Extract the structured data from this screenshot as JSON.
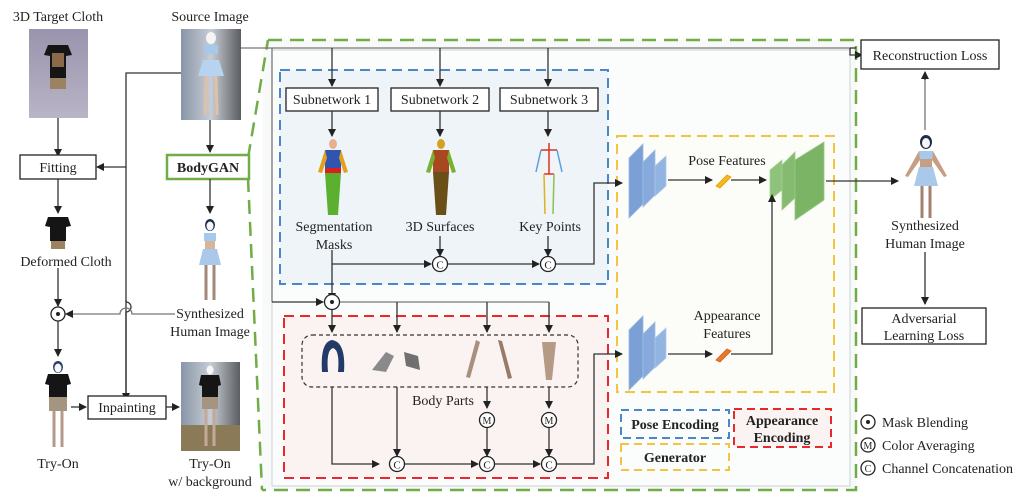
{
  "left": {
    "target_cloth_label": "3D Target Cloth",
    "source_image_label": "Source Image",
    "fitting_label": "Fitting",
    "bodygan_label": "BodyGAN",
    "deformed_cloth_label": "Deformed Cloth",
    "synth_human_line1": "Synthesized",
    "synth_human_line2": "Human Image",
    "inpainting_label": "Inpainting",
    "tryon_label": "Try-On",
    "tryon_bg_line1": "Try-On",
    "tryon_bg_line2": "w/ background"
  },
  "pose_encoding": {
    "subnetworks": [
      "Subnetwork 1",
      "Subnetwork 2",
      "Subnetwork 3"
    ],
    "seg_line1": "Segmentation",
    "seg_line2": "Masks",
    "surfaces_label": "3D Surfaces",
    "keypoints_label": "Key Points"
  },
  "appearance_encoding": {
    "body_parts_label": "Body Parts"
  },
  "generator": {
    "pose_features_label": "Pose Features",
    "appearance_line1": "Appearance",
    "appearance_line2": "Features"
  },
  "right": {
    "recon_loss_label": "Reconstruction Loss",
    "synth_line1": "Synthesized",
    "synth_line2": "Human Image",
    "adv_line1": "Adversarial",
    "adv_line2": "Learning Loss"
  },
  "module_legend": {
    "pose_encoding": "Pose Encoding",
    "appearance_line1": "Appearance",
    "appearance_line2": "Encoding",
    "generator": "Generator"
  },
  "symbol_legend": [
    {
      "symbol": "•",
      "label": "Mask Blending"
    },
    {
      "symbol": "M",
      "label": "Color Averaging"
    },
    {
      "symbol": "C",
      "label": "Channel Concatenation"
    }
  ],
  "colors": {
    "bodygan_green": "#70ad47",
    "pose_blue": "#4a86c8",
    "appearance_red": "#e8282b",
    "generator_yellow": "#f5c242",
    "encoder_blue": "#7aa0d6",
    "decoder_green": "#8fc27a"
  }
}
